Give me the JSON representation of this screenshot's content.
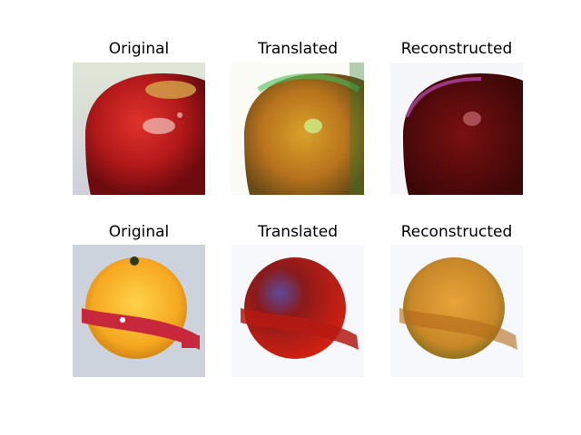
{
  "rows": [
    {
      "titles": [
        "Original",
        "Translated",
        "Reconstructed"
      ],
      "images": [
        {
          "icon": "apple-photo",
          "description": "red apple"
        },
        {
          "icon": "apple-translated-photo",
          "description": "orange-toned apple"
        },
        {
          "icon": "apple-reconstructed-photo",
          "description": "dark red apple"
        }
      ]
    },
    {
      "titles": [
        "Original",
        "Translated",
        "Reconstructed"
      ],
      "images": [
        {
          "icon": "orange-tape-photo",
          "description": "orange with measuring tape"
        },
        {
          "icon": "orange-translated-photo",
          "description": "red-dark apple-like orange"
        },
        {
          "icon": "orange-reconstructed-photo",
          "description": "orange reconstructed"
        }
      ]
    }
  ]
}
